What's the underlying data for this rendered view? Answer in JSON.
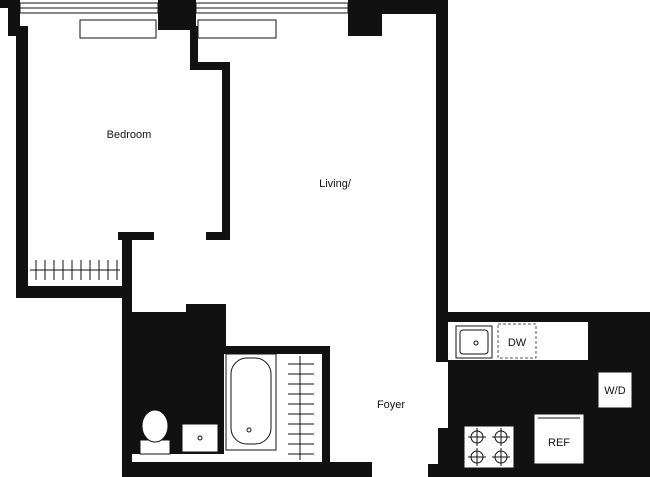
{
  "rooms": {
    "bedroom": "Bedroom",
    "living": "Living/",
    "foyer": "Foyer"
  },
  "fixtures": {
    "dishwasher": "DW",
    "washer_dryer": "W/D",
    "refrigerator": "REF"
  },
  "colors": {
    "wall": "#111111",
    "background": "#ffffff"
  }
}
